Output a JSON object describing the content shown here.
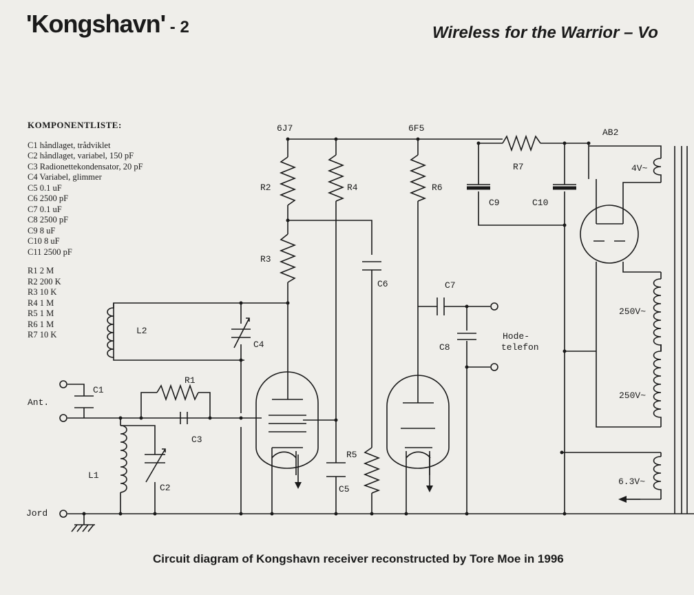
{
  "header": {
    "title": "'Kongshavn'",
    "page_suffix": " - 2",
    "book_title": "Wireless for the Warrior – Vo"
  },
  "component_list": {
    "title": "KOMPONENTLISTE:",
    "capacitors": [
      "C1  håndlaget, trådviklet",
      "C2  håndlaget, variabel, 150 pF",
      "C3  Radionettekondensator, 20 pF",
      "C4  Variabel, glimmer",
      "C5  0.1 uF",
      "C6  2500 pF",
      "C7  0.1 uF",
      "C8  2500 pF",
      "C9  8 uF",
      "C10 8 uF",
      "C11 2500 pF"
    ],
    "resistors": [
      "R1  2 M",
      "R2  200 K",
      "R3  10 K",
      "R4  1 M",
      "R5  1 M",
      "R6  1 M",
      "R7  10 K"
    ]
  },
  "diagram": {
    "tubes": {
      "v1": "6J7",
      "v2": "6F5",
      "v3": "AB2"
    },
    "labels": {
      "r1": "R1",
      "r2": "R2",
      "r3": "R3",
      "r4": "R4",
      "r5": "R5",
      "r6": "R6",
      "r7": "R7",
      "c1": "C1",
      "c2": "C2",
      "c3": "C3",
      "c4": "C4",
      "c5": "C5",
      "c6": "C6",
      "c7": "C7",
      "c8": "C8",
      "c9": "C9",
      "c10": "C10",
      "l1": "L1",
      "l2": "L2",
      "ant": "Ant.",
      "jord": "Jord",
      "hode1": "Hode-",
      "hode2": "telefon",
      "v4": "4V~",
      "v250a": "250V~",
      "v250b": "250V~",
      "v63": "6.3V~"
    }
  },
  "caption": "Circuit diagram of Kongshavn receiver reconstructed by Tore Moe in 1996"
}
